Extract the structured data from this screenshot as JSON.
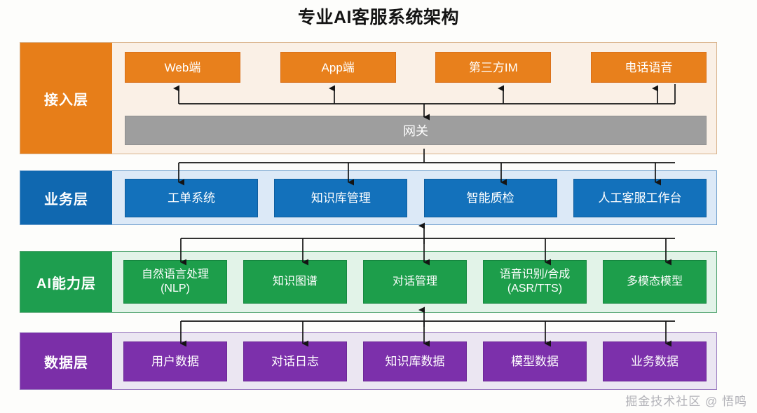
{
  "diagram": {
    "title": "专业AI客服系统架构",
    "watermark": "掘金技术社区 @ 悟鸣",
    "type": "layered-architecture-diagram",
    "layer_count": 4,
    "colors": {
      "access_accent": "#e77e19",
      "access_band": "#faf0e6",
      "access_node": "#e8801c",
      "gateway_node": "#9e9e9e",
      "business_accent": "#1068b0",
      "business_band": "#dce9f7",
      "business_node": "#1371bb",
      "ai_accent": "#1e9e4f",
      "ai_band": "#e2f3e8",
      "ai_node": "#1d9e4b",
      "data_accent": "#7b2fa8",
      "data_band": "#ebe6f2",
      "data_node": "#7c30ab",
      "connector": "#141414",
      "title_text": "#141414"
    }
  },
  "layers": {
    "access": {
      "label": "接入层",
      "nodes": [
        {
          "label": "Web端"
        },
        {
          "label": "App端"
        },
        {
          "label": "第三方IM"
        },
        {
          "label": "电话语音"
        }
      ],
      "gateway": {
        "label": "网关"
      }
    },
    "business": {
      "label": "业务层",
      "nodes": [
        {
          "label": "工单系统"
        },
        {
          "label": "知识库管理"
        },
        {
          "label": "智能质检"
        },
        {
          "label": "人工客服工作台"
        }
      ]
    },
    "ai": {
      "label": "AI能力层",
      "nodes": [
        {
          "label": "自然语言处理\n(NLP)"
        },
        {
          "label": "知识图谱"
        },
        {
          "label": "对话管理"
        },
        {
          "label": "语音识别/合成\n(ASR/TTS)"
        },
        {
          "label": "多模态模型"
        }
      ]
    },
    "data": {
      "label": "数据层",
      "nodes": [
        {
          "label": "用户数据"
        },
        {
          "label": "对话日志"
        },
        {
          "label": "知识库数据"
        },
        {
          "label": "模型数据"
        },
        {
          "label": "业务数据"
        }
      ]
    }
  }
}
